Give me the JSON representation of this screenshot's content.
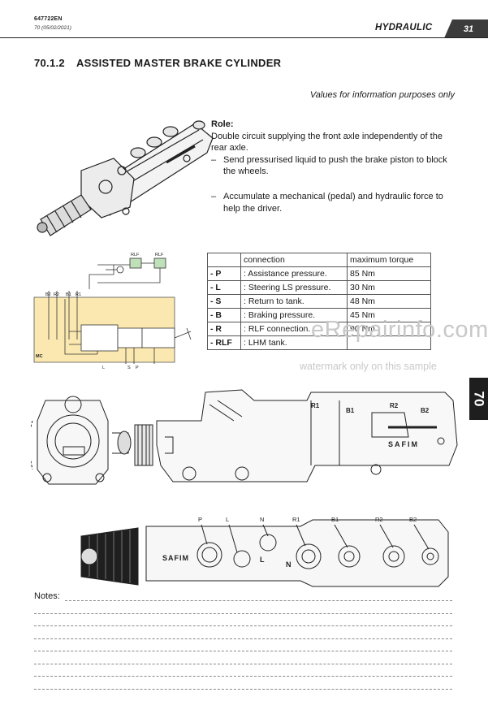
{
  "header": {
    "doc_code": "647722EN",
    "doc_revision": "70 (05/02/2021)",
    "section": "HYDRAULIC",
    "page_number": "31"
  },
  "title": {
    "number": "70.1.2",
    "text": "ASSISTED MASTER BRAKE CYLINDER"
  },
  "info_note": "Values for information purposes only",
  "role": {
    "label": "Role:",
    "text": "Double circuit supplying the front axle independently of the rear axle.",
    "bullets": [
      "Send pressurised liquid to push the brake piston to block the wheels.",
      "Accumulate a mechanical (pedal) and hydraulic force to help the driver."
    ]
  },
  "table": {
    "headers": [
      "",
      "connection",
      "maximum torque"
    ],
    "rows": [
      {
        "code": "- P",
        "connection": ": Assistance pressure.",
        "torque": "85 Nm"
      },
      {
        "code": "- L",
        "connection": ": Steering LS pressure.",
        "torque": "30 Nm"
      },
      {
        "code": "- S",
        "connection": ": Return to tank.",
        "torque": "48 Nm"
      },
      {
        "code": "- B",
        "connection": ": Braking pressure.",
        "torque": "45 Nm"
      },
      {
        "code": "- R",
        "connection": ": RLF connection.",
        "torque": "90 Nm"
      },
      {
        "code": "- RLF",
        "connection": ": LHM tank.",
        "torque": ""
      }
    ]
  },
  "side_tab": "70",
  "watermark": {
    "main": "eRepairinfo.com",
    "sub": "watermark only on this sample"
  },
  "schematic": {
    "labels": [
      "RLF",
      "RLF",
      "B2",
      "R2",
      "B1",
      "R1",
      "MC",
      "L",
      "S",
      "P"
    ]
  },
  "drawing_side": {
    "labels": [
      "R1",
      "B1",
      "R2",
      "B2"
    ],
    "brand": "SAFIM"
  },
  "drawing_top": {
    "labels": [
      "P",
      "L",
      "N",
      "R1",
      "B1",
      "R2",
      "B2",
      "L",
      "N"
    ],
    "brand": "SAFIM"
  },
  "notes": {
    "label": "Notes:"
  }
}
